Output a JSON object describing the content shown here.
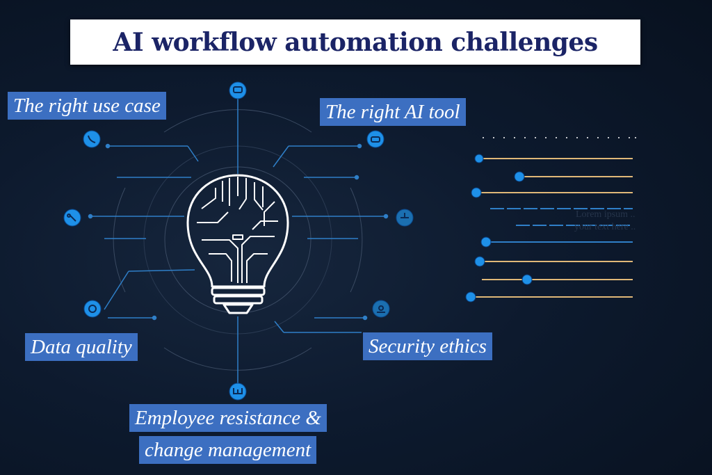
{
  "title": "AI workflow automation challenges",
  "labels": {
    "use_case": "The right use case",
    "ai_tool": "The right AI tool",
    "data_quality": "Data quality",
    "security": "Security ethics",
    "employee_1": "Employee resistance &",
    "employee_2": "change management"
  },
  "placeholder_text": {
    "line1": "Lorem ipsum ..",
    "line2": "your text here .."
  },
  "colors": {
    "background": "#0b1527",
    "label_bg": "#3c6fc1",
    "title_text": "#1b2466",
    "accent": "#1e90e8",
    "bar_gold": "#e0b878"
  },
  "icons": [
    "chat-icon",
    "phone-icon",
    "car-icon",
    "key-icon",
    "globe-icon",
    "circle-icon",
    "badge-icon",
    "cup-icon",
    "lightbulb-circuit-icon"
  ]
}
